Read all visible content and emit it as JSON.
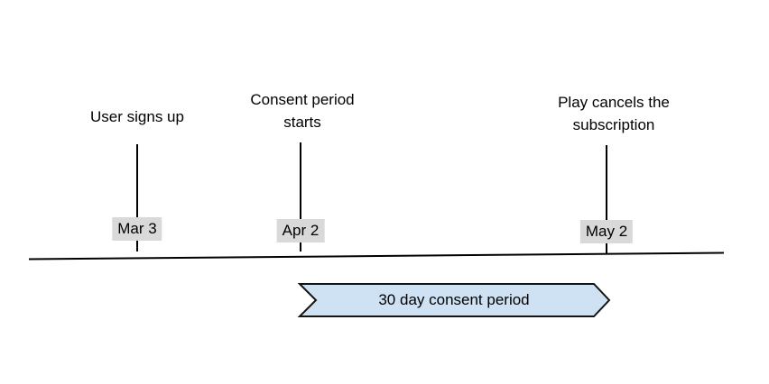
{
  "colors": {
    "text": "#000000",
    "timeline-line": "#000000",
    "event-line": "#000000",
    "date-bg": "#d9d9d9",
    "banner-fill": "#cfe2f3",
    "banner-border": "#141414"
  },
  "timeline": {
    "events": [
      {
        "title": "User signs up",
        "date": "Mar 3"
      },
      {
        "title": "Consent period starts",
        "date": "Apr 2"
      },
      {
        "title": "Play cancels the subscription",
        "date": "May 2"
      }
    ],
    "banner": {
      "label": "30 day consent period"
    }
  }
}
